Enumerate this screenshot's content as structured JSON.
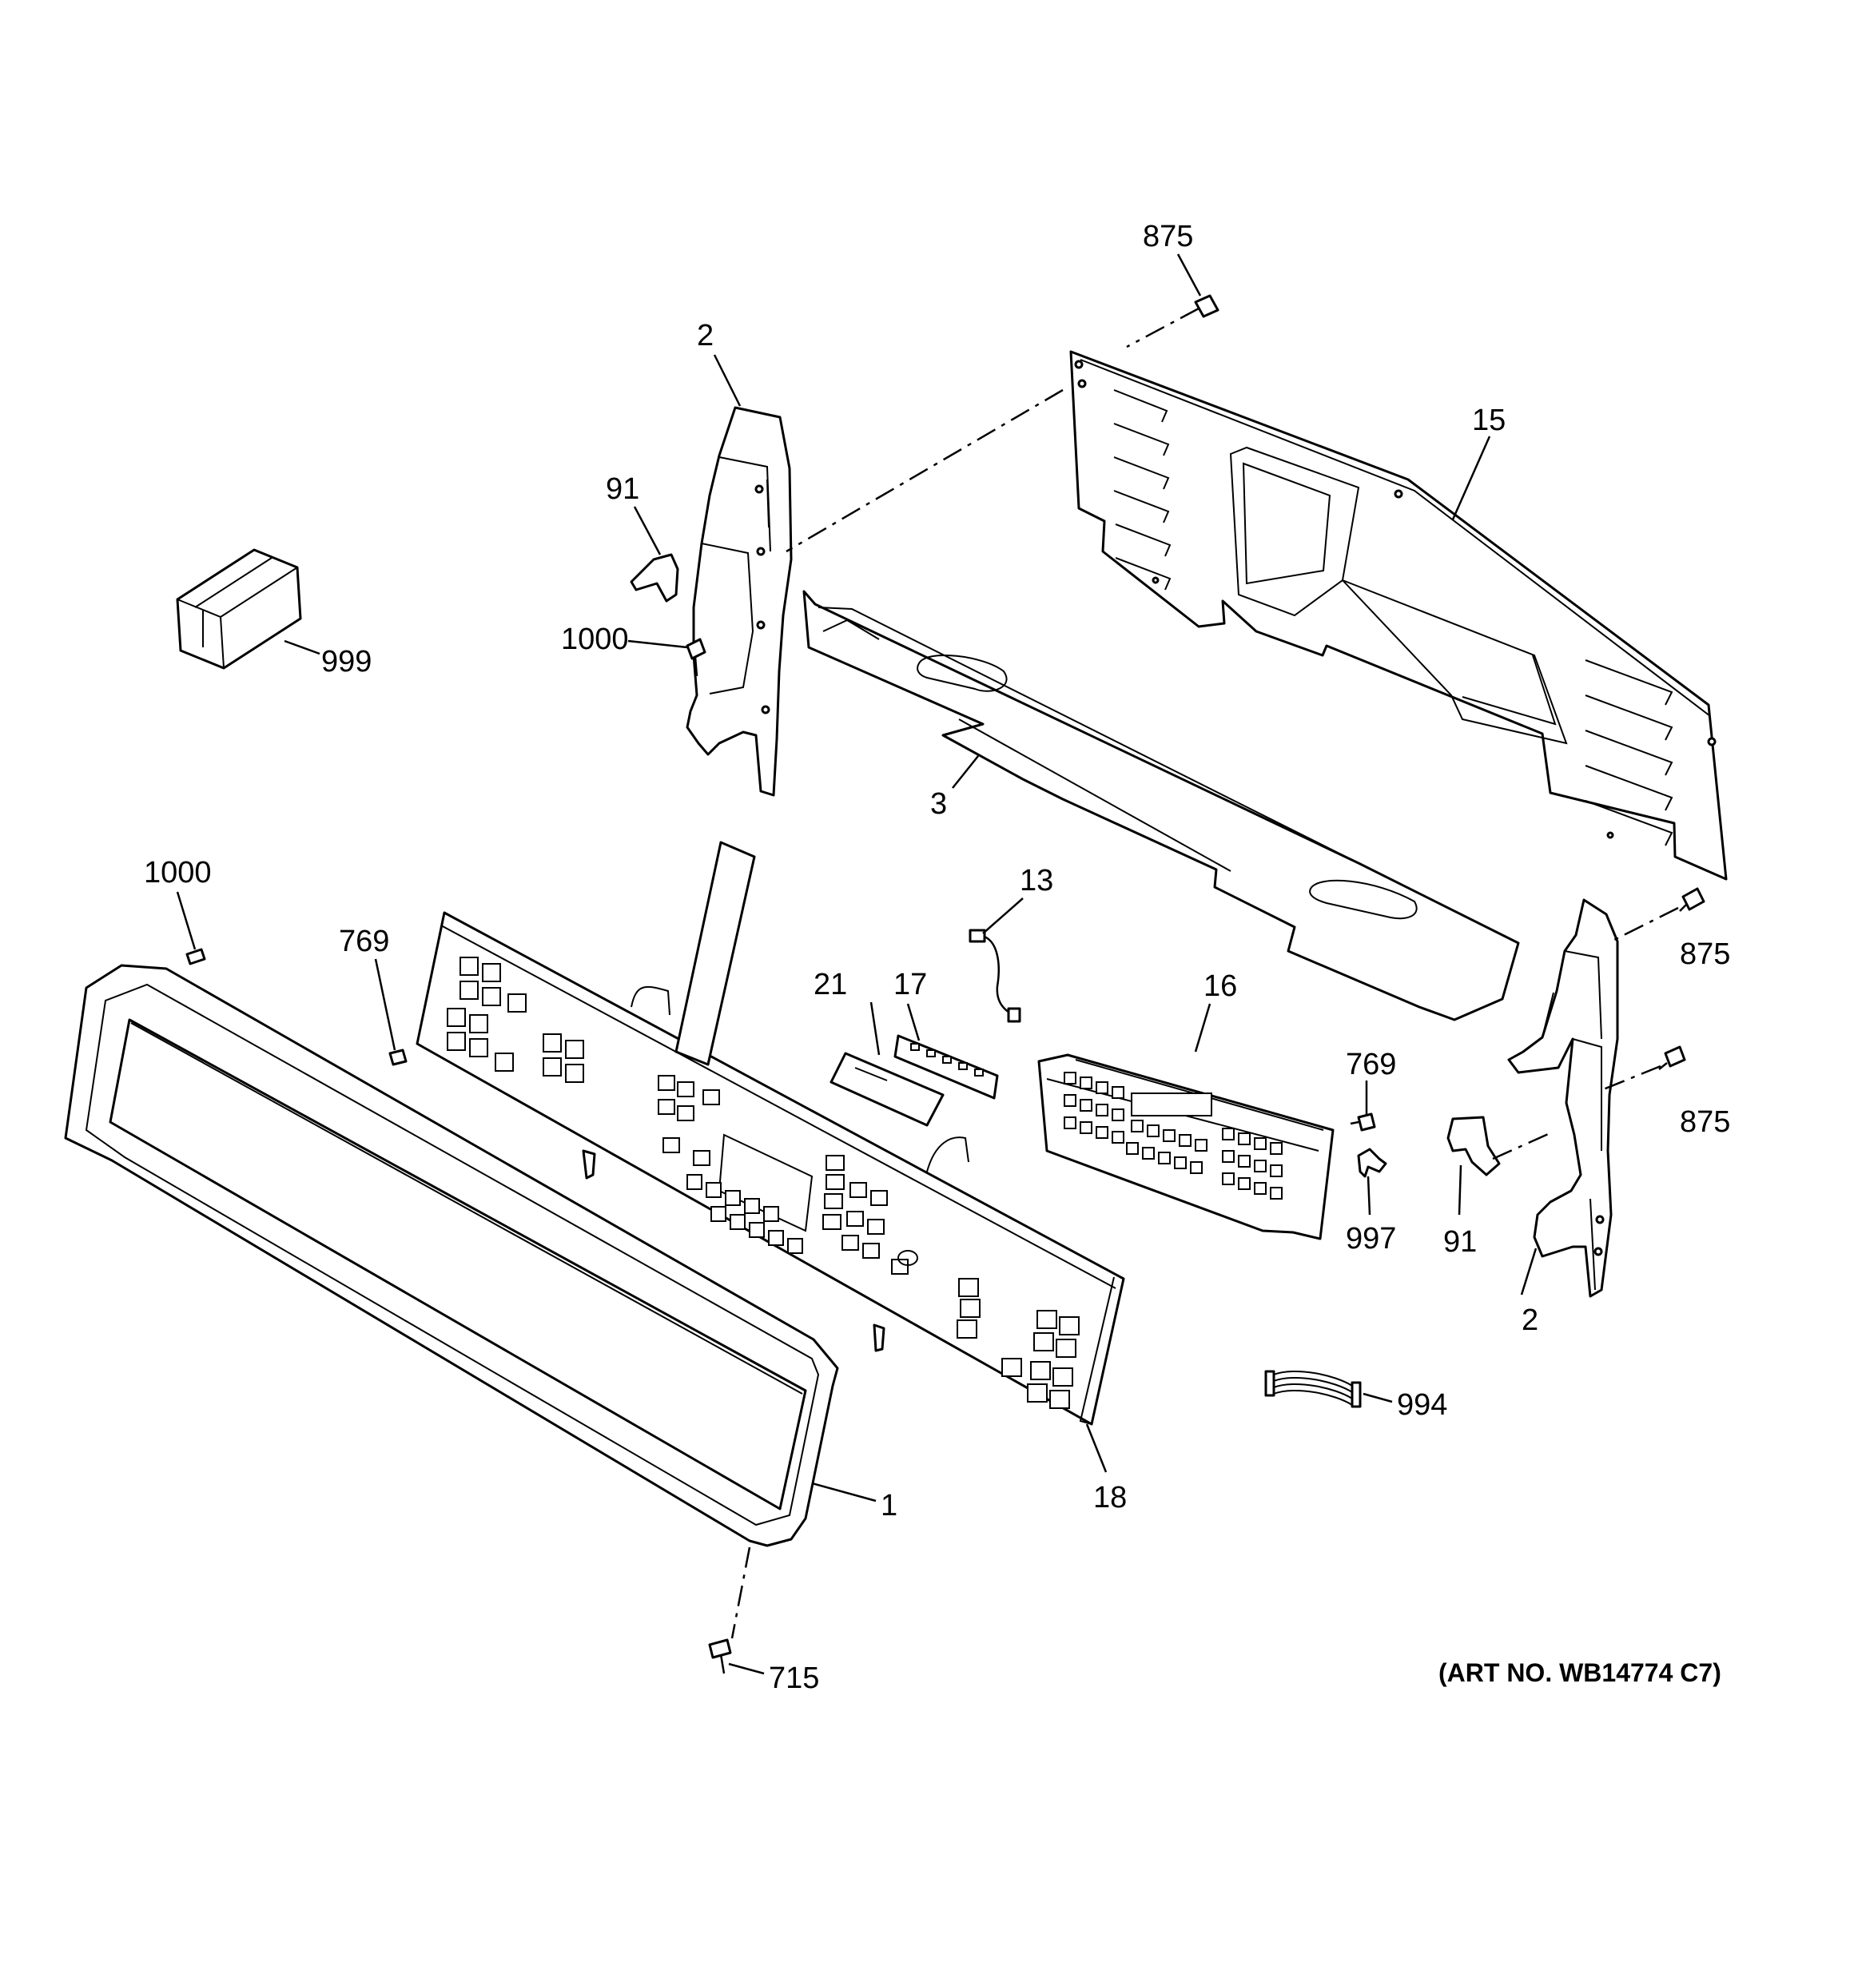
{
  "callouts": [
    {
      "id": "875-top",
      "label": "875"
    },
    {
      "id": "2-left",
      "label": "2"
    },
    {
      "id": "15",
      "label": "15"
    },
    {
      "id": "91-left",
      "label": "91"
    },
    {
      "id": "1000-top",
      "label": "1000"
    },
    {
      "id": "999",
      "label": "999"
    },
    {
      "id": "3",
      "label": "3"
    },
    {
      "id": "1000-left",
      "label": "1000"
    },
    {
      "id": "769-left",
      "label": "769"
    },
    {
      "id": "13",
      "label": "13"
    },
    {
      "id": "21",
      "label": "21"
    },
    {
      "id": "17",
      "label": "17"
    },
    {
      "id": "16",
      "label": "16"
    },
    {
      "id": "875-right-upper",
      "label": "875"
    },
    {
      "id": "875-right-lower",
      "label": "875"
    },
    {
      "id": "769-right",
      "label": "769"
    },
    {
      "id": "997",
      "label": "997"
    },
    {
      "id": "91-right",
      "label": "91"
    },
    {
      "id": "2-right",
      "label": "2"
    },
    {
      "id": "994",
      "label": "994"
    },
    {
      "id": "1",
      "label": "1"
    },
    {
      "id": "18",
      "label": "18"
    },
    {
      "id": "715",
      "label": "715"
    }
  ],
  "art_number": "(ART NO. WB14774 C7)"
}
